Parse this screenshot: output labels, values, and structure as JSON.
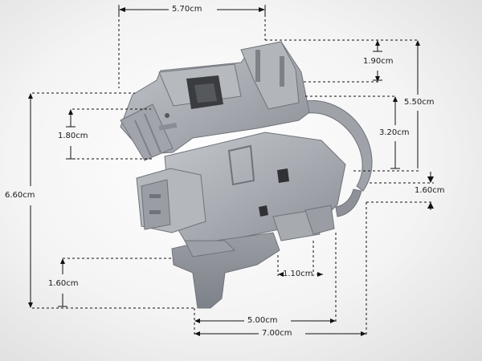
{
  "image": {
    "subject_icon": "door-lock-switch-icon",
    "colors": {
      "background": "#f2f2f2",
      "part_body": "#a9adb3",
      "part_shadow": "#7d8188",
      "part_highlight": "#c8ccd1",
      "dimension_line": "#111111"
    }
  },
  "dimensions": {
    "top_width": "5.70cm",
    "upper_right_height": "1.90cm",
    "right_total_height": "5.50cm",
    "right_mid_height": "3.20cm",
    "right_offset": "1.60cm",
    "left_small_height": "1.80cm",
    "left_total_height": "6.60cm",
    "left_bottom_height": "1.60cm",
    "bottom_gap": "1.10cm",
    "bottom_width_inner": "5.00cm",
    "bottom_width_total": "7.00cm"
  }
}
